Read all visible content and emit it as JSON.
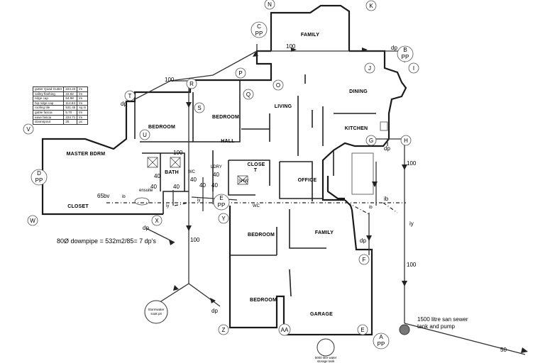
{
  "schedule": [
    {
      "item": "gutter Quad Gutter",
      "qty": "224.23",
      "unit": "lm"
    },
    {
      "item": "valley flashing",
      "qty": "22.82",
      "unit": "lm"
    },
    {
      "item": "ridge cap",
      "qty": "54.98",
      "unit": "lm"
    },
    {
      "item": "hip ridge cap",
      "qty": "114.84",
      "unit": "lm"
    },
    {
      "item": "roofing tile",
      "qty": "531.45",
      "unit": "sq m"
    },
    {
      "item": "gable fascia",
      "qty": "5.70",
      "unit": "lm"
    },
    {
      "item": "eave fascia",
      "qty": "224.71",
      "unit": "lm"
    },
    {
      "item": "downspout",
      "qty": "25",
      "unit": "pc"
    }
  ],
  "rooms": {
    "family_top": "FAMILY",
    "dining": "DINING",
    "living": "LIVING",
    "kitchen": "KITCHEN",
    "bedroom_1": "BEDROOM",
    "bedroom_2": "BEDROOM",
    "bedroom_3": "BEDROOM",
    "bedroom_4": "BEDROOM",
    "master": "MASTER BDRM",
    "hall": "HALL",
    "closet_main": "CLOSET",
    "closet_t": "CLOSE\nT",
    "closet_t_line1": "CLOSE",
    "closet_t_line2": "T",
    "bath": "BATH",
    "ensuite": "ensuite",
    "ldry": "LDRY",
    "shw": "SHW",
    "wc1": "WC",
    "wc2": "WC",
    "office": "OFFICE",
    "family_lower": "FAMILY",
    "garage": "GARAGE"
  },
  "pipe_labels": {
    "p100_top": "100",
    "p100_left": "100",
    "p100_bath": "100",
    "p100_right1": "100",
    "p100_right2": "100",
    "p100_lower": "100",
    "p40_a": "40",
    "p40_b": "40",
    "p40_c": "40",
    "p40_d": "40",
    "p40_e": "40",
    "p40_f": "40",
    "p40_g": "40",
    "p65bv": "65bv",
    "p50": "50",
    "dp_t": "dp",
    "dp_b": "dp",
    "dp_x": "dp",
    "dp_r": "dp",
    "dp_f": "dp",
    "dp_bottom": "dp",
    "ib_left": "ib",
    "iy_left": "iy",
    "iy_mid": "iy",
    "iy_right": "iy",
    "ib_right": "ib",
    "ib_gar": "ib"
  },
  "bubbles": {
    "N": "N",
    "K": "K",
    "C": "C",
    "PP1": "PP",
    "B": "B",
    "PP2": "PP",
    "I": "I",
    "J": "J",
    "P": "P",
    "R": "R",
    "O": "O",
    "Q": "Q",
    "T": "T",
    "S": "S",
    "V": "V",
    "U": "U",
    "G": "G",
    "H": "H",
    "D": "D",
    "PP3": "PP",
    "E": "E",
    "PP4": "PP",
    "W": "W",
    "X": "X",
    "Y": "Y",
    "F": "F",
    "Z": "Z",
    "AA": "AA",
    "E2": "E",
    "A": "A",
    "PP5": "PP"
  },
  "notes": {
    "downpipe": "80Ø downpipe = 532m2/85= 7 dp's",
    "tank_line1": "1500 litre san sewer",
    "tank_line2": "tank and pump",
    "soak_line1": "Stormwater",
    "soak_line2": "soak pit",
    "storage_line1": "5000 litre water",
    "storage_line2": "storage tank"
  }
}
